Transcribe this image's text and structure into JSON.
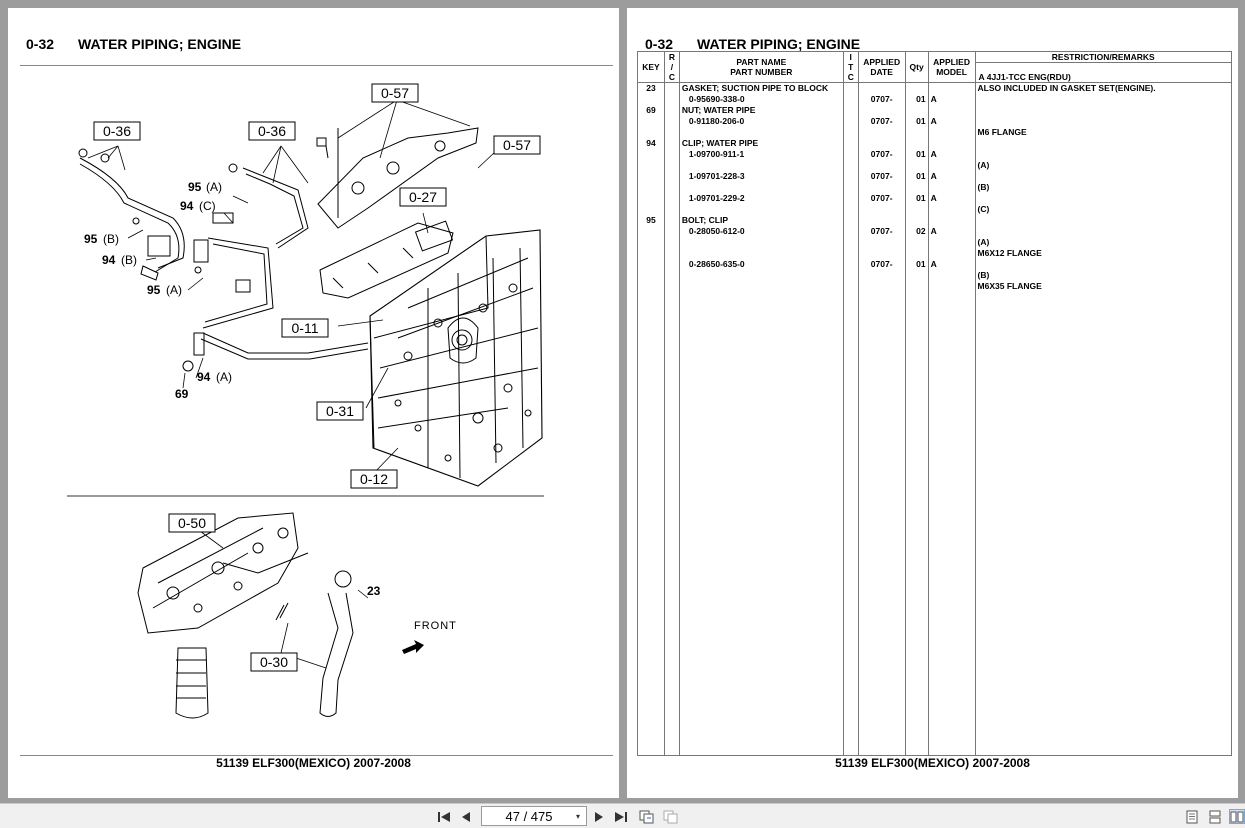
{
  "left_page": {
    "section_code": "0-32",
    "title": "WATER PIPING; ENGINE",
    "footer": "51139 ELF300(MEXICO) 2007-2008",
    "callouts": {
      "ref_0_57a": "0-57",
      "ref_0_57b": "0-57",
      "ref_0_36a": "0-36",
      "ref_0_36b": "0-36",
      "ref_0_27": "0-27",
      "ref_0_11": "0-11",
      "ref_0_31": "0-31",
      "ref_0_12": "0-12",
      "ref_0_50": "0-50",
      "ref_0_30": "0-30",
      "k95a_top": "95",
      "k95a_top_suffix": "(A)",
      "k94c": "94",
      "k94c_suffix": "(C)",
      "k95b": "95",
      "k95b_suffix": "(B)",
      "k94b": "94",
      "k94b_suffix": "(B)",
      "k95a": "95",
      "k95a_suffix": "(A)",
      "k94a": "94",
      "k94a_suffix": "(A)",
      "k69": "69",
      "k23": "23",
      "front": "FRONT"
    }
  },
  "right_page": {
    "section_code": "0-32",
    "title": "WATER PIPING; ENGINE",
    "footer": "51139 ELF300(MEXICO) 2007-2008",
    "headers": {
      "key": "KEY",
      "rc": "R / C",
      "part_name": "PART NAME",
      "part_number": "PART NUMBER",
      "itc": "I T C",
      "applied_date": "APPLIED DATE",
      "qty": "Qty",
      "applied_model": "APPLIED MODEL",
      "remarks": "RESTRICTION/REMARKS",
      "remarks_sub": "A 4JJ1-TCC ENG(RDU)"
    },
    "rows": [
      {
        "key": "23",
        "part": "GASKET; SUCTION PIPE TO BLOCK",
        "date": "",
        "qty": "",
        "model": "",
        "remark": "ALSO INCLUDED IN GASKET SET(ENGINE)."
      },
      {
        "key": "",
        "part": "0-95690-338-0",
        "date": "0707-",
        "qty": "01",
        "model": "A",
        "remark": ""
      },
      {
        "key": "69",
        "part": "NUT; WATER PIPE",
        "date": "",
        "qty": "",
        "model": "",
        "remark": ""
      },
      {
        "key": "",
        "part": "0-91180-206-0",
        "date": "0707-",
        "qty": "01",
        "model": "A",
        "remark": ""
      },
      {
        "key": "",
        "part": "",
        "date": "",
        "qty": "",
        "model": "",
        "remark": "M6 FLANGE"
      },
      {
        "key": "94",
        "part": "CLIP; WATER PIPE",
        "date": "",
        "qty": "",
        "model": "",
        "remark": ""
      },
      {
        "key": "",
        "part": "1-09700-911-1",
        "date": "0707-",
        "qty": "01",
        "model": "A",
        "remark": ""
      },
      {
        "key": "",
        "part": "",
        "date": "",
        "qty": "",
        "model": "",
        "remark": "(A)"
      },
      {
        "key": "",
        "part": "1-09701-228-3",
        "date": "0707-",
        "qty": "01",
        "model": "A",
        "remark": ""
      },
      {
        "key": "",
        "part": "",
        "date": "",
        "qty": "",
        "model": "",
        "remark": "(B)"
      },
      {
        "key": "",
        "part": "1-09701-229-2",
        "date": "0707-",
        "qty": "01",
        "model": "A",
        "remark": ""
      },
      {
        "key": "",
        "part": "",
        "date": "",
        "qty": "",
        "model": "",
        "remark": "(C)"
      },
      {
        "key": "95",
        "part": "BOLT; CLIP",
        "date": "",
        "qty": "",
        "model": "",
        "remark": ""
      },
      {
        "key": "",
        "part": "0-28050-612-0",
        "date": "0707-",
        "qty": "02",
        "model": "A",
        "remark": ""
      },
      {
        "key": "",
        "part": "",
        "date": "",
        "qty": "",
        "model": "",
        "remark": "(A)"
      },
      {
        "key": "",
        "part": "",
        "date": "",
        "qty": "",
        "model": "",
        "remark": "M6X12 FLANGE"
      },
      {
        "key": "",
        "part": "0-28650-635-0",
        "date": "0707-",
        "qty": "01",
        "model": "A",
        "remark": ""
      },
      {
        "key": "",
        "part": "",
        "date": "",
        "qty": "",
        "model": "",
        "remark": "(B)"
      },
      {
        "key": "",
        "part": "",
        "date": "",
        "qty": "",
        "model": "",
        "remark": "M6X35 FLANGE"
      }
    ]
  },
  "toolbar": {
    "page_indicator": "47 / 475",
    "icons": [
      "first-page-icon",
      "prev-page-icon",
      "next-page-icon",
      "last-page-icon",
      "fit-width-icon",
      "fit-page-icon",
      "single-page-view-icon",
      "continuous-view-icon",
      "two-page-view-icon"
    ]
  }
}
